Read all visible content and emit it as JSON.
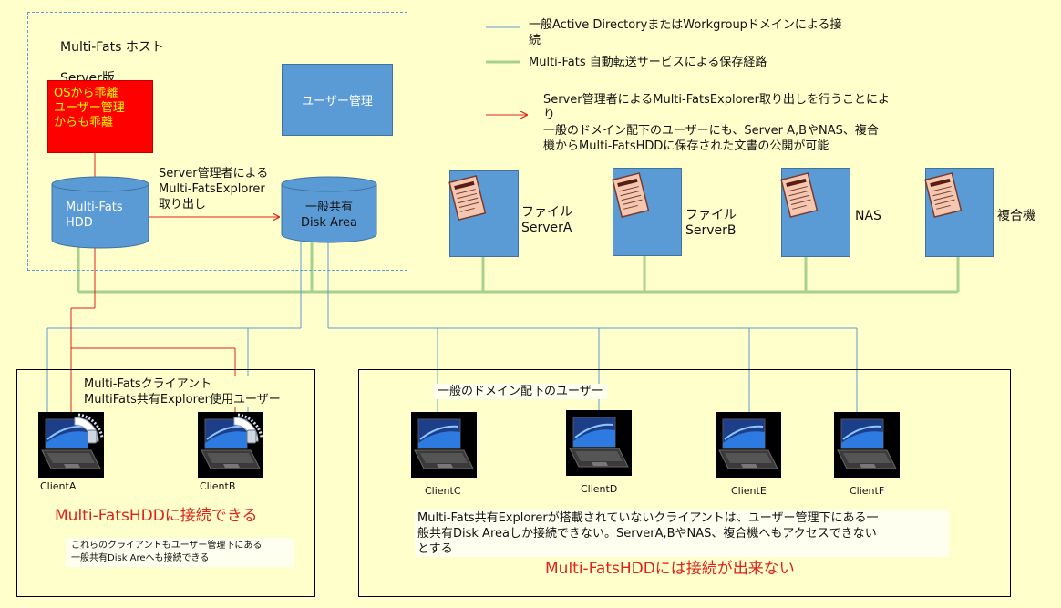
{
  "host": {
    "title_line1": "Multi-Fats ホスト",
    "title_line2": "Server版"
  },
  "red_box": {
    "text": "OSから乖離\nユーザー管理\nからも乖離"
  },
  "user_mgmt": {
    "label": "ユーザー管理"
  },
  "hdd": {
    "label": "Multi-Fats\nHDD"
  },
  "disk_area": {
    "label": "一般共有\nDisk Area"
  },
  "extract_note": {
    "text": "Server管理者による\nMulti-FatsExplorer\n取り出し"
  },
  "legend": {
    "blue_line": "一般Active DirectoryまたはWorkgroupドメインによる接\n続",
    "green_line": "Multi-Fats 自動転送サービスによる保存経路",
    "red_arrow": "Server管理者によるMulti-FatsExplorer取り出しを行うことによ\nり\n一般のドメイン配下のユーザーにも、Server A,BやNAS、複合\n機からMulti-FatsHDDに保存された文書の公開が可能"
  },
  "servers": [
    {
      "label": "ファイル\nServerA"
    },
    {
      "label": "ファイル\nServerB"
    },
    {
      "label": "NAS"
    },
    {
      "label": "複合機"
    }
  ],
  "left_group": {
    "title": "Multi-Fatsクライアント\nMultiFats共有Explorer使用ユーザー",
    "clients": [
      "ClientA",
      "ClientB"
    ],
    "status": "Multi-FatsHDDに接続できる",
    "note": "これらのクライアントもユーザー管理下にある\n一般共有Disk Areへも接続できる"
  },
  "right_group": {
    "title": "一般のドメイン配下のユーザー",
    "clients": [
      "ClientC",
      "ClientD",
      "ClientE",
      "ClientF"
    ],
    "note": "Multi-Fats共有Explorerが搭載されていないクライアントは、ユーザー管理下にある一\n般共有Disk Areaしか接続できない。ServerA,BやNAS、複合機へもアクセスできない\nとする",
    "status": "Multi-FatsHDDには接続が出来ない"
  },
  "colors": {
    "blue": "#5b9bd5",
    "green": "#a9d18e",
    "red": "#e0211b",
    "background": "#ffffcc"
  },
  "icons": [
    "document-icon",
    "laptop-icon",
    "shield-icon"
  ]
}
